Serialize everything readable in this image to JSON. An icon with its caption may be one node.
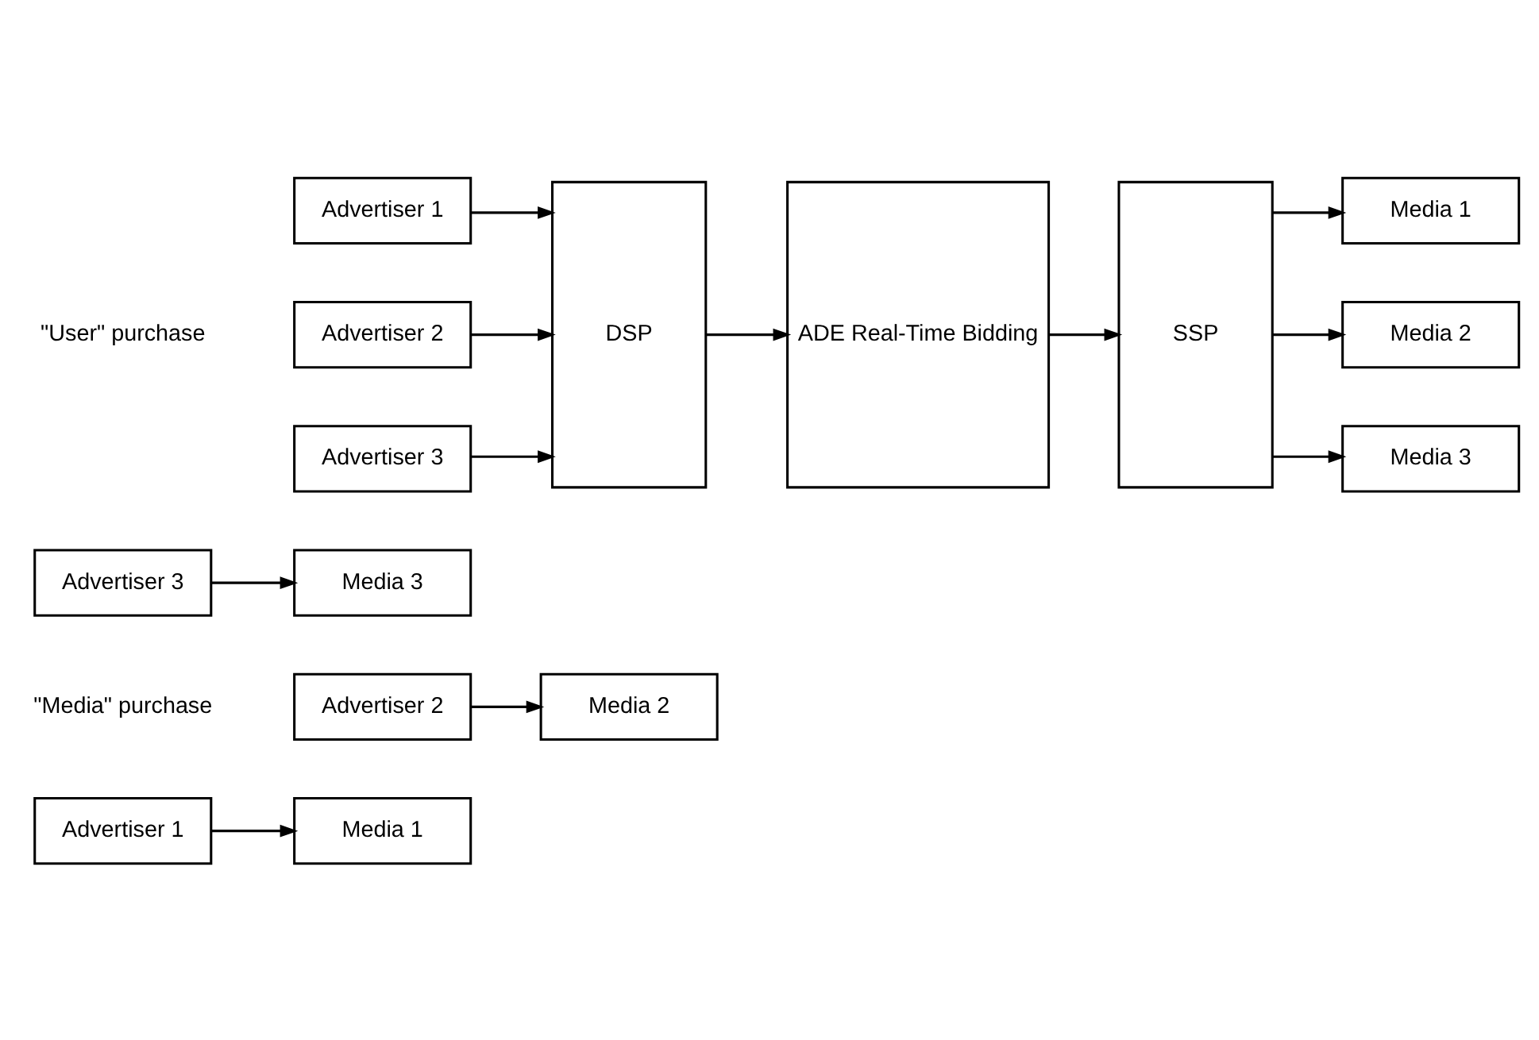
{
  "diagram": {
    "nodes": [
      {
        "text": [
          "Advertiser 1"
        ]
      },
      {
        "text": [
          "Media 1"
        ]
      },
      {
        "text": [
          "Advertiser 2"
        ]
      },
      {
        "text": [
          "Media 2"
        ]
      },
      {
        "text": [
          "Advertiser 3"
        ]
      },
      {
        "text": [
          "Media 3"
        ]
      },
      {
        "text": [
          "Advertiser 1"
        ]
      },
      {
        "text": [
          "Advertiser 2"
        ]
      },
      {
        "text": [
          "Advertiser 3"
        ]
      },
      {
        "text": [
          "DSP"
        ]
      },
      {
        "text": [
          "ADE Real-Time Bidding"
        ]
      },
      {
        "text": [
          "SSP"
        ]
      },
      {
        "text": [
          "Media 1"
        ]
      },
      {
        "text": [
          "Media 2"
        ]
      },
      {
        "text": [
          "Media 3"
        ]
      }
    ],
    "edges": [
      {
        "from": 0,
        "to": 1,
        "arrow": "to"
      },
      {
        "from": 2,
        "to": 3,
        "arrow": "to"
      },
      {
        "from": 4,
        "to": 5,
        "arrow": "to"
      },
      {
        "from": 6,
        "to": 9,
        "arrow": "to"
      },
      {
        "from": 7,
        "to": 9,
        "arrow": "to"
      },
      {
        "from": 8,
        "to": 9,
        "arrow": "to"
      },
      {
        "from": 9,
        "to": 10,
        "arrow": "to"
      },
      {
        "from": 10,
        "to": 11,
        "arrow": "to"
      },
      {
        "from": 11,
        "to": 12,
        "arrow": "to"
      },
      {
        "from": 11,
        "to": 13,
        "arrow": "to"
      },
      {
        "from": 11,
        "to": 14,
        "arrow": "to"
      }
    ],
    "labels": [
      "\"Media\" purchase",
      "\"User\" purchase"
    ]
  }
}
